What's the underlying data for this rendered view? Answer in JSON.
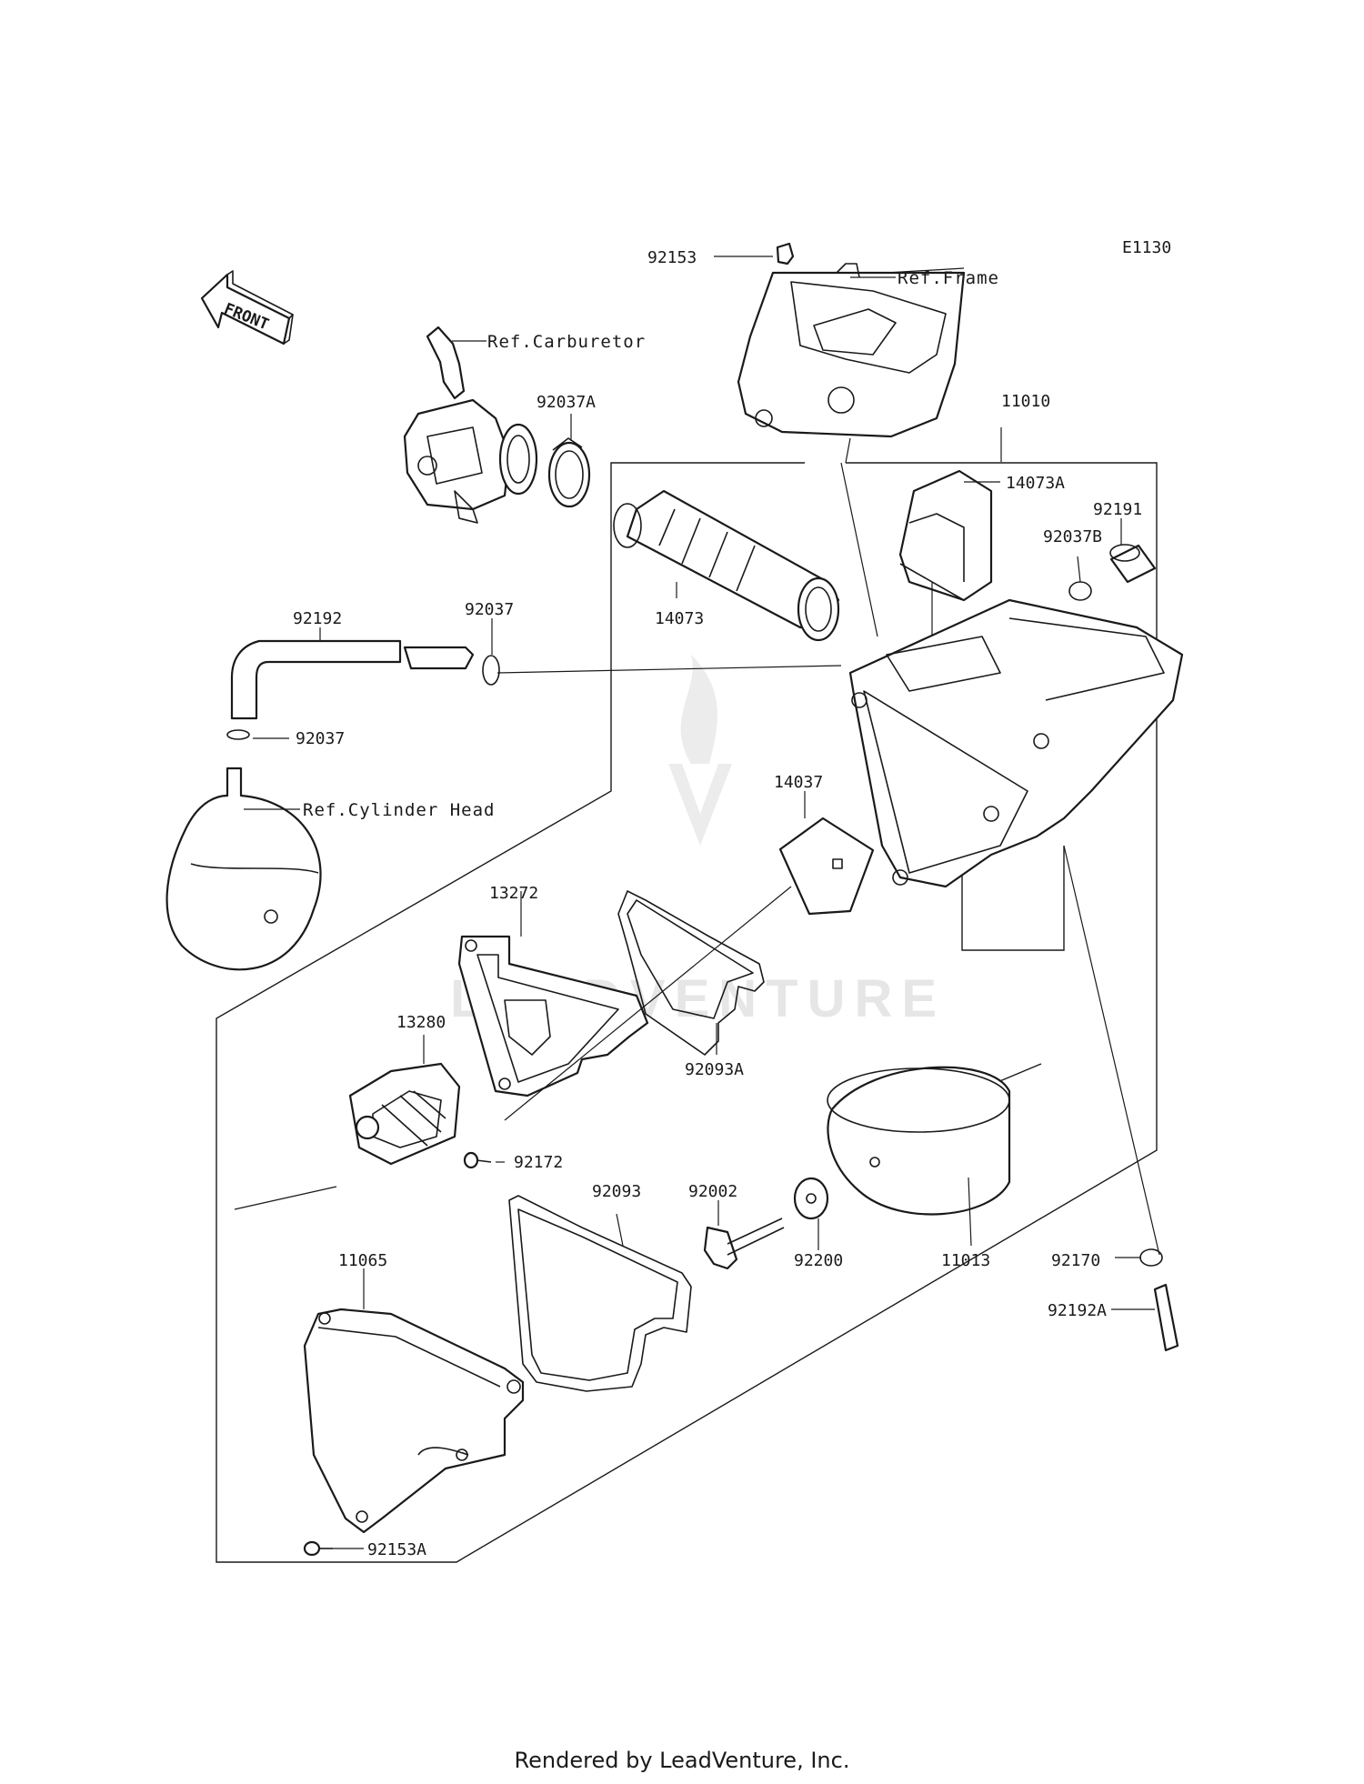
{
  "diagram_code": "E1130",
  "front_arrow_label": "FRONT",
  "watermark_text": "LEADVENTURE",
  "footer_text": "Rendered by LeadVenture, Inc.",
  "refs": {
    "carburetor": "Ref.Carburetor",
    "frame": "Ref.Frame",
    "cylinder_head": "Ref.Cylinder Head"
  },
  "parts": {
    "p92153": "92153",
    "p92037A": "92037A",
    "p11010": "11010",
    "p14073A": "14073A",
    "p92191": "92191",
    "p92037B": "92037B",
    "p92192": "92192",
    "p92037_upper": "92037",
    "p14073": "14073",
    "p92037_lower": "92037",
    "p14037": "14037",
    "p13272": "13272",
    "p13280": "13280",
    "p92093A": "92093A",
    "p92172": "92172",
    "p92093": "92093",
    "p92002": "92002",
    "p92200": "92200",
    "p11013": "11013",
    "p11065": "11065",
    "p92170": "92170",
    "p92192A": "92192A",
    "p92153A": "92153A"
  }
}
